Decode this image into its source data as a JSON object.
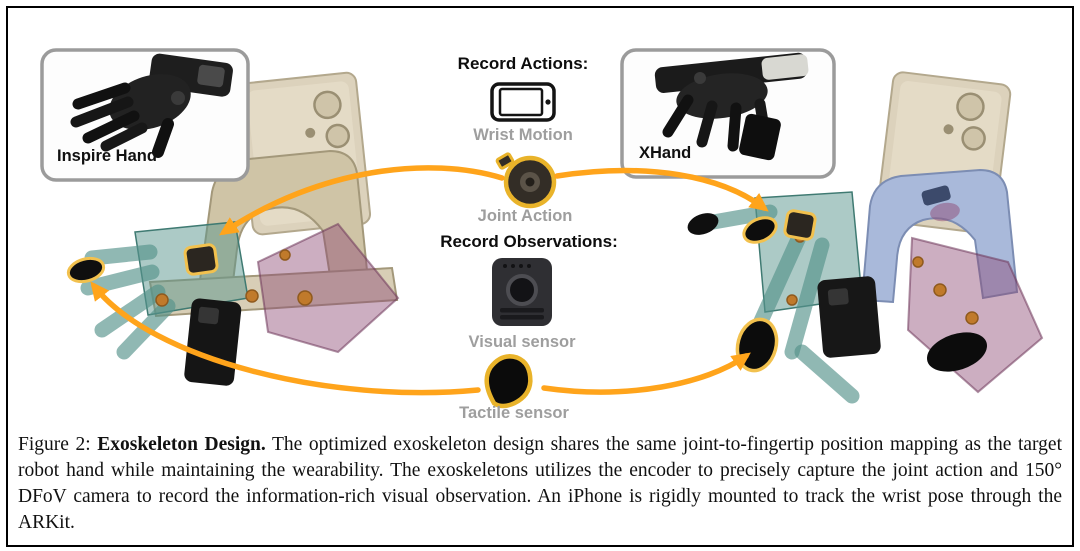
{
  "figure": {
    "callouts": {
      "left_label": "Inspire Hand",
      "right_label": "XHand"
    },
    "center": {
      "record_actions_header": "Record Actions:",
      "wrist_motion_label": "Wrist Motion",
      "joint_action_label": "Joint Action",
      "record_observations_header": "Record Observations:",
      "visual_sensor_label": "Visual sensor",
      "tactile_sensor_label": "Tactile sensor"
    },
    "icons": [
      "phone-icon",
      "encoder-icon",
      "camera-sensor-icon",
      "tactile-fingertip-icon"
    ],
    "colors": {
      "arrow_orange": "#FFA41B",
      "highlight_yellow": "#E9B32A",
      "label_gray": "#9E9E9E",
      "exo_teal": "#5A968E",
      "exo_beige": "#DCD2BC",
      "exo_purple": "#8F4C75",
      "exo_blue": "#A9B9DA"
    }
  },
  "caption": {
    "prefix": "Figure 2: ",
    "title": "Exoskeleton Design.",
    "body": " The optimized exoskeleton design shares the same joint-to-fingertip position mapping as the target robot hand while maintaining the wearability. The exoskeletons utilizes the encoder to precisely capture the joint action and 150° DFoV camera to record the information-rich visual observation. An iPhone is rigidly mounted to track the wrist pose through the ARKit."
  }
}
